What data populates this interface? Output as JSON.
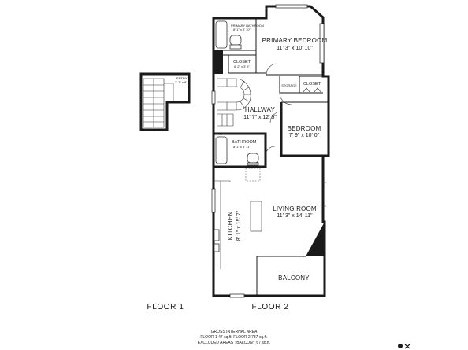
{
  "floors": {
    "floor1": "FLOOR 1",
    "floor2": "FLOOR 2"
  },
  "rooms": {
    "entry": {
      "name": "ENTRY",
      "dims": "7' 7\" x 8' 2\""
    },
    "primary_bathroom": {
      "name": "PRIMARY BATHROOM",
      "dims": "8' 1\" x 4' 10\""
    },
    "primary_bedroom": {
      "name": "PRIMARY BEDROOM",
      "dims": "11' 3\" x 10' 10\""
    },
    "closet1": {
      "name": "CLOSET",
      "dims": "6' 2\" x 3' 6\""
    },
    "storage": {
      "name": "STORAGE"
    },
    "closet2": {
      "name": "CLOSET"
    },
    "hallway": {
      "name": "HALLWAY",
      "dims": "11' 7\" x 12' 5\""
    },
    "bedroom": {
      "name": "BEDROOM",
      "dims": "7' 9\" x 10' 0\""
    },
    "bathroom": {
      "name": "BATHROOM",
      "dims": "8' 1\" x 4' 11\""
    },
    "living_room": {
      "name": "LIVING ROOM",
      "dims": "11' 3\" x 14' 11\""
    },
    "kitchen": {
      "name": "KITCHEN",
      "dims": "8' 1\" x 15' 7\""
    },
    "balcony": {
      "name": "BALCONY"
    }
  },
  "footer": {
    "heading": "GROSS INTERNAL AREA",
    "line1": "FLOOR 1  47 sq.ft.    FLOOR 2  787 sq.ft.",
    "line2": "EXCLUDED AREAS :   BALCONY  67 sq.ft."
  },
  "colors": {
    "wall": "#1a1a1a",
    "background": "#ffffff"
  }
}
